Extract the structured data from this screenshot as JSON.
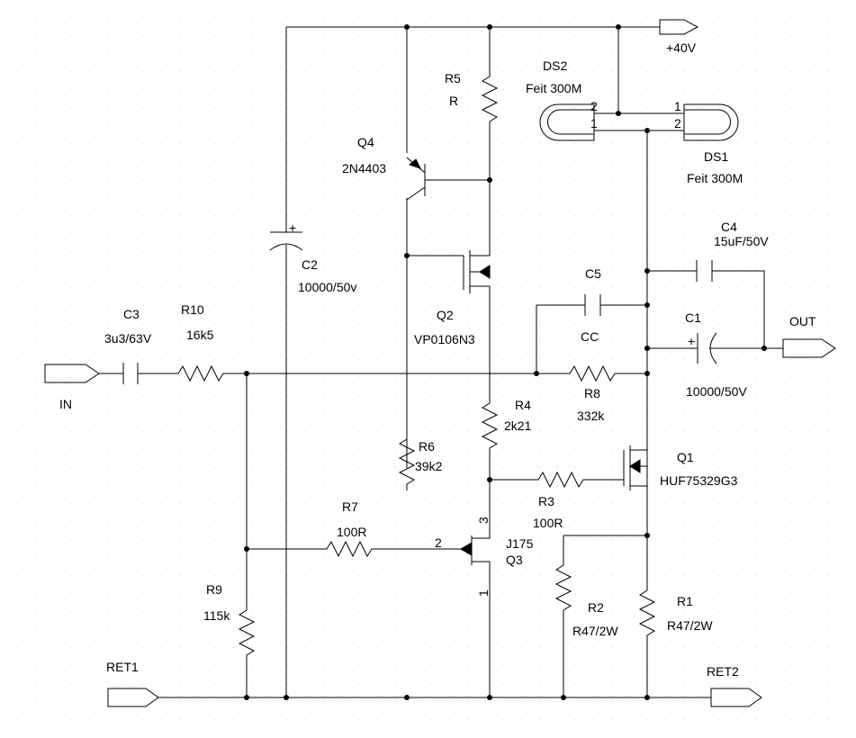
{
  "colors": {
    "background": "#ffffff",
    "grid": "#dcdcdc",
    "wire": "#000000"
  },
  "components": {
    "DS2": {
      "ref": "DS2",
      "value": "Feit 300M",
      "pins": [
        "2",
        "1"
      ]
    },
    "DS1": {
      "ref": "DS1",
      "value": "Feit 300M",
      "pins": [
        "1",
        "2"
      ]
    },
    "R5": {
      "ref": "R5",
      "value": "R"
    },
    "Q4": {
      "ref": "Q4",
      "value": "2N4403"
    },
    "C2": {
      "ref": "C2",
      "value": "10000/50v",
      "polarity": "+"
    },
    "Q2": {
      "ref": "Q2",
      "value": "VP0106N3"
    },
    "C4": {
      "ref": "C4",
      "value": "15uF/50V"
    },
    "C5": {
      "ref": "C5",
      "value": "CC"
    },
    "C1": {
      "ref": "C1",
      "value": "10000/50V",
      "polarity": "+"
    },
    "C3": {
      "ref": "C3",
      "value": "3u3/63V"
    },
    "R10": {
      "ref": "R10",
      "value": "16k5"
    },
    "R8": {
      "ref": "R8",
      "value": "332k"
    },
    "R4": {
      "ref": "R4",
      "value": "2k21"
    },
    "R6": {
      "ref": "R6",
      "value": "39k2"
    },
    "Q1": {
      "ref": "Q1",
      "value": "HUF75329G3"
    },
    "R3": {
      "ref": "R3",
      "value": "100R"
    },
    "R7": {
      "ref": "R7",
      "value": "100R"
    },
    "Q3": {
      "ref": "Q3",
      "value": "J175",
      "pins": [
        "2",
        "3",
        "1"
      ]
    },
    "R2": {
      "ref": "R2",
      "value": "R47/2W"
    },
    "R1": {
      "ref": "R1",
      "value": "R47/2W"
    },
    "R9": {
      "ref": "R9",
      "value": "115k"
    }
  },
  "ports": {
    "supply": "+40V",
    "input": "IN",
    "output": "OUT",
    "ret1": "RET1",
    "ret2": "RET2"
  }
}
